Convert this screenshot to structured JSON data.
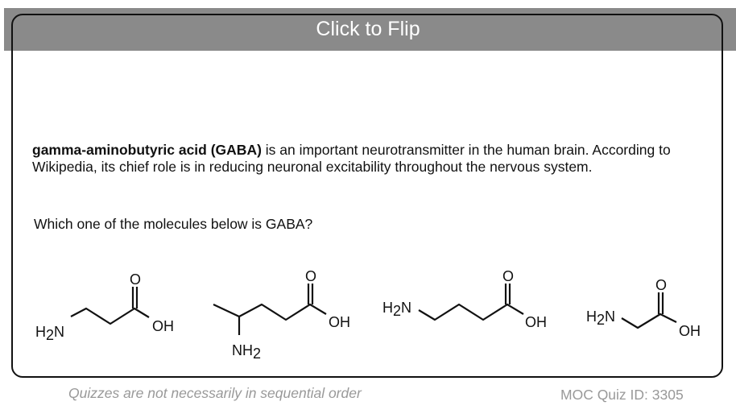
{
  "flip_button": {
    "label": "Click to Flip"
  },
  "question": {
    "intro_bold": "gamma-aminobutyric acid (GABA)",
    "intro_rest": " is an important neurotransmitter in the human brain. According to Wikipedia, its chief role is in reducing neuronal excitability throughout the nervous system.",
    "prompt": "Which one of the molecules below is GABA?"
  },
  "molecules": [
    {
      "amine": "H",
      "sub": "2",
      "amine_n": "N",
      "oxygen": "O",
      "hydroxyl": "OH"
    },
    {
      "amine": "NH",
      "sub": "2",
      "oxygen": "O",
      "hydroxyl": "OH"
    },
    {
      "amine": "H",
      "sub": "2",
      "amine_n": "N",
      "oxygen": "O",
      "hydroxyl": "OH"
    },
    {
      "amine": "H",
      "sub": "2",
      "amine_n": "N",
      "oxygen": "O",
      "hydroxyl": "OH"
    }
  ],
  "footer": {
    "note": "Quizzes are not necessarily in sequential order",
    "quiz_id": "MOC Quiz ID: 3305"
  }
}
